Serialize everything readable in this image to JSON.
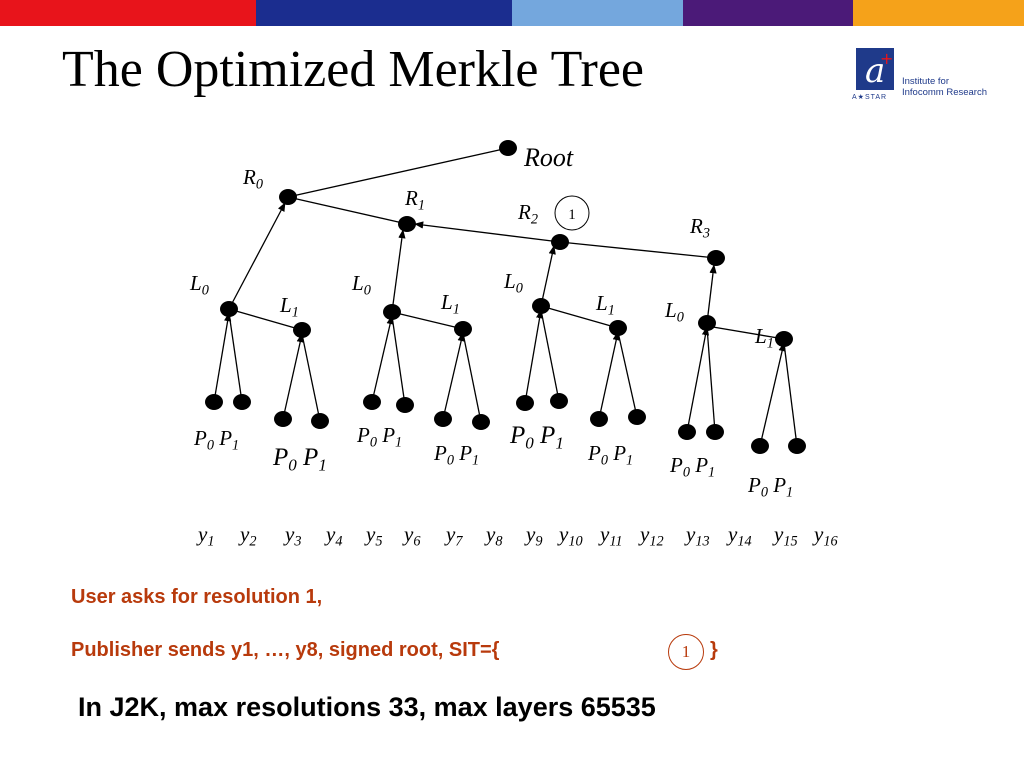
{
  "slide": {
    "title": "The Optimized Merkle Tree",
    "colors": {
      "bar": [
        "#e8141b",
        "#1b2d8f",
        "#74a7dd",
        "#4b1a78",
        "#f5a21a"
      ],
      "accent": "#b83a0c"
    },
    "logo": {
      "line1": "Institute for",
      "line2": "Infocomm Research",
      "sub": "A★STAR",
      "icon": "astar-logo-icon"
    },
    "text1": "User asks for resolution 1,",
    "text2_pre": "Publisher sends y1, …, y8, signed root,   SIT={",
    "text2_circle": "1",
    "text2_post": "}",
    "text3": "In J2K, max resolutions 33, max layers 65535"
  },
  "diagram": {
    "root_label": "Root",
    "r_labels": [
      {
        "base": "R",
        "sub": "0"
      },
      {
        "base": "R",
        "sub": "1"
      },
      {
        "base": "R",
        "sub": "2"
      },
      {
        "base": "R",
        "sub": "3"
      }
    ],
    "circle_mark": "1",
    "l_labels": [
      {
        "base": "L",
        "sub": "0"
      },
      {
        "base": "L",
        "sub": "1"
      },
      {
        "base": "L",
        "sub": "0"
      },
      {
        "base": "L",
        "sub": "1"
      },
      {
        "base": "L",
        "sub": "0"
      },
      {
        "base": "L",
        "sub": "1"
      },
      {
        "base": "L",
        "sub": "0"
      },
      {
        "base": "L",
        "sub": "1"
      }
    ],
    "p_labels": [
      {
        "a": "P",
        "as": "0",
        "b": "P",
        "bs": "1"
      },
      {
        "a": "P",
        "as": "0",
        "b": "P",
        "bs": "1"
      },
      {
        "a": "P",
        "as": "0",
        "b": "P",
        "bs": "1"
      },
      {
        "a": "P",
        "as": "0",
        "b": "P",
        "bs": "1"
      },
      {
        "a": "P",
        "as": "0",
        "b": "P",
        "bs": "1"
      },
      {
        "a": "P",
        "as": "0",
        "b": "P",
        "bs": "1"
      },
      {
        "a": "P",
        "as": "0",
        "b": "P",
        "bs": "1"
      },
      {
        "a": "P",
        "as": "0",
        "b": "P",
        "bs": "1"
      }
    ],
    "y_labels": [
      {
        "base": "y",
        "sub": "1"
      },
      {
        "base": "y",
        "sub": "2"
      },
      {
        "base": "y",
        "sub": "3"
      },
      {
        "base": "y",
        "sub": "4"
      },
      {
        "base": "y",
        "sub": "5"
      },
      {
        "base": "y",
        "sub": "6"
      },
      {
        "base": "y",
        "sub": "7"
      },
      {
        "base": "y",
        "sub": "8"
      },
      {
        "base": "y",
        "sub": "9"
      },
      {
        "base": "y",
        "sub": "10"
      },
      {
        "base": "y",
        "sub": "11"
      },
      {
        "base": "y",
        "sub": "12"
      },
      {
        "base": "y",
        "sub": "13"
      },
      {
        "base": "y",
        "sub": "14"
      },
      {
        "base": "y",
        "sub": "15"
      },
      {
        "base": "y",
        "sub": "16"
      }
    ]
  }
}
